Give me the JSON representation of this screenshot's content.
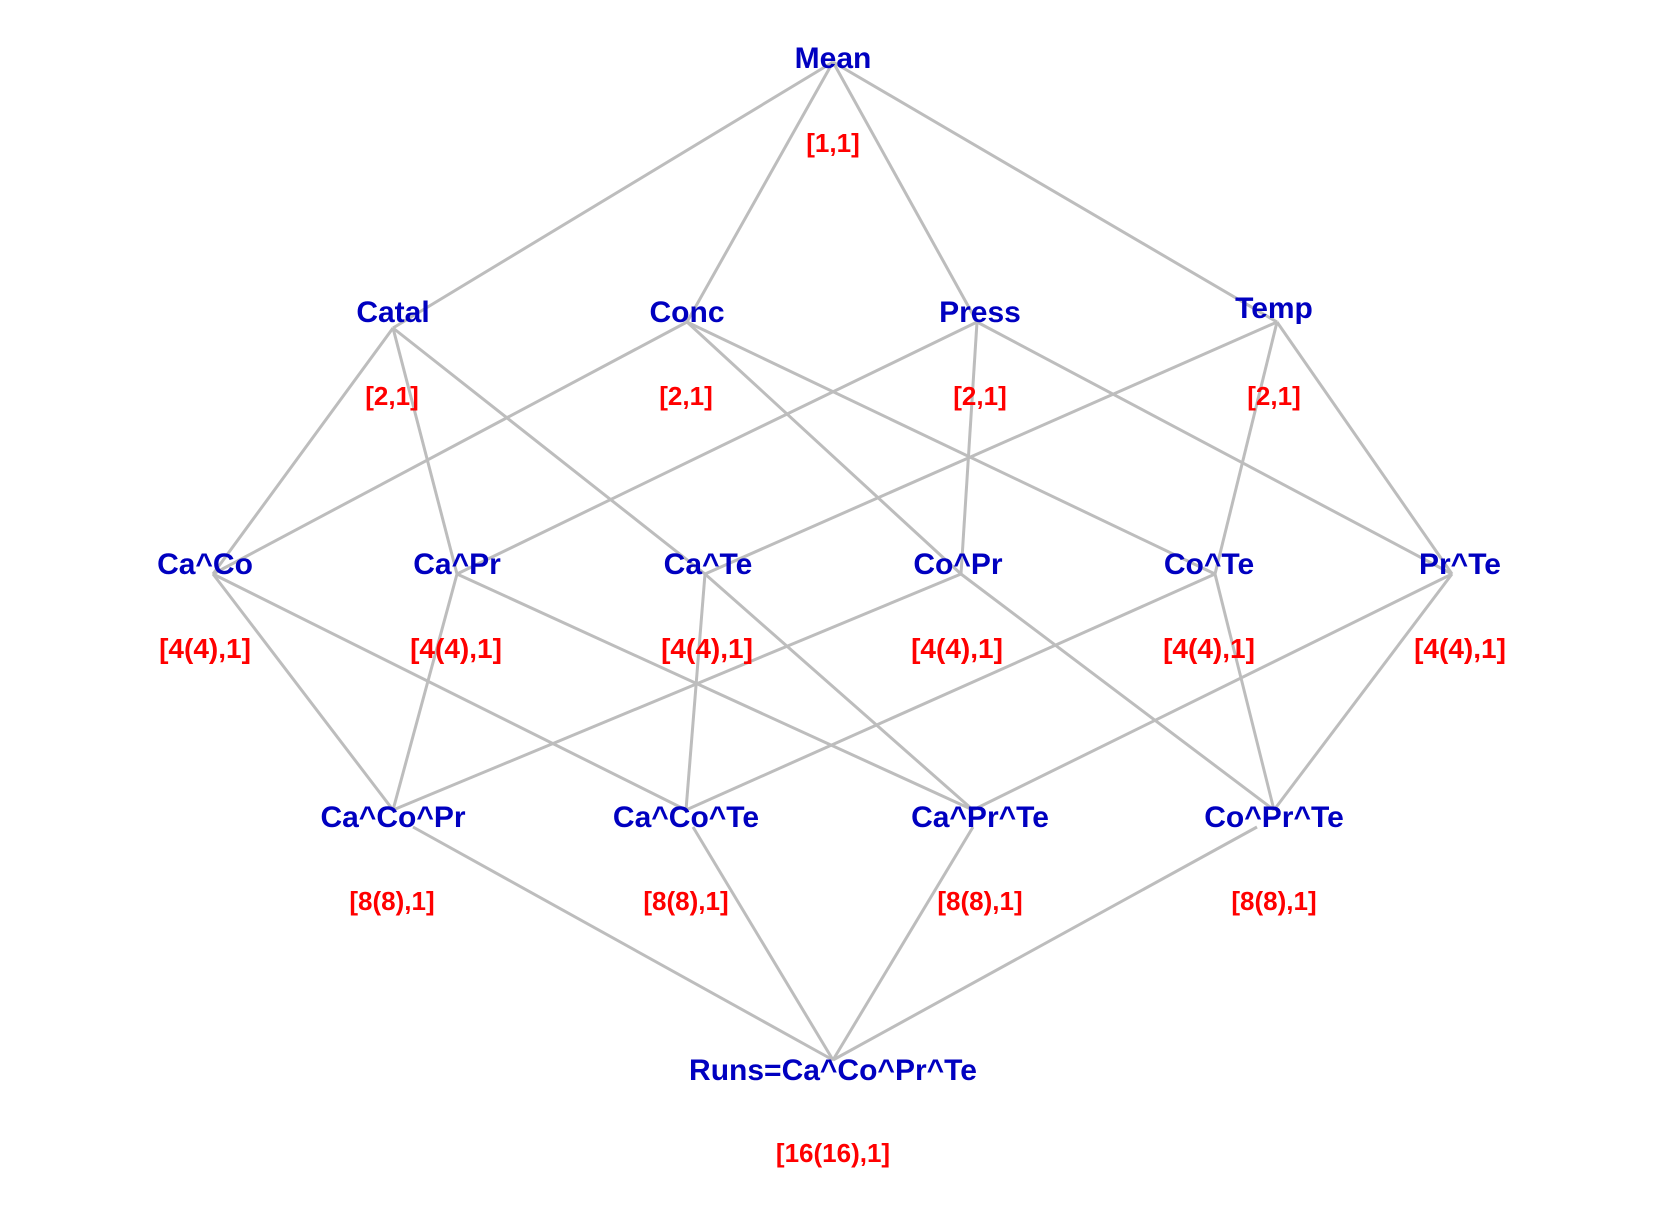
{
  "diagram": {
    "nodes": [
      {
        "id": "mean",
        "label": "Mean",
        "info": "[1,1]"
      },
      {
        "id": "catal",
        "label": "Catal",
        "info": "[2,1]"
      },
      {
        "id": "conc",
        "label": "Conc",
        "info": "[2,1]"
      },
      {
        "id": "press",
        "label": "Press",
        "info": "[2,1]"
      },
      {
        "id": "temp",
        "label": "Temp",
        "info": "[2,1]"
      },
      {
        "id": "ca-co",
        "label": "Ca^Co",
        "info": "[4(4),1]"
      },
      {
        "id": "ca-pr",
        "label": "Ca^Pr",
        "info": "[4(4),1]"
      },
      {
        "id": "ca-te",
        "label": "Ca^Te",
        "info": "[4(4),1]"
      },
      {
        "id": "co-pr",
        "label": "Co^Pr",
        "info": "[4(4),1]"
      },
      {
        "id": "co-te",
        "label": "Co^Te",
        "info": "[4(4),1]"
      },
      {
        "id": "pr-te",
        "label": "Pr^Te",
        "info": "[4(4),1]"
      },
      {
        "id": "ca-co-pr",
        "label": "Ca^Co^Pr",
        "info": "[8(8),1]"
      },
      {
        "id": "ca-co-te",
        "label": "Ca^Co^Te",
        "info": "[8(8),1]"
      },
      {
        "id": "ca-pr-te",
        "label": "Ca^Pr^Te",
        "info": "[8(8),1]"
      },
      {
        "id": "co-pr-te",
        "label": "Co^Pr^Te",
        "info": "[8(8),1]"
      },
      {
        "id": "runs",
        "label": "Runs=Ca^Co^Pr^Te",
        "info": "[16(16),1]"
      }
    ],
    "edges": [
      [
        "mean",
        "catal"
      ],
      [
        "mean",
        "conc"
      ],
      [
        "mean",
        "press"
      ],
      [
        "mean",
        "temp"
      ],
      [
        "catal",
        "ca-co"
      ],
      [
        "catal",
        "ca-pr"
      ],
      [
        "catal",
        "ca-te"
      ],
      [
        "conc",
        "ca-co"
      ],
      [
        "conc",
        "co-pr"
      ],
      [
        "conc",
        "co-te"
      ],
      [
        "press",
        "ca-pr"
      ],
      [
        "press",
        "co-pr"
      ],
      [
        "press",
        "pr-te"
      ],
      [
        "temp",
        "ca-te"
      ],
      [
        "temp",
        "co-te"
      ],
      [
        "temp",
        "pr-te"
      ],
      [
        "ca-co",
        "ca-co-pr"
      ],
      [
        "ca-co",
        "ca-co-te"
      ],
      [
        "ca-pr",
        "ca-co-pr"
      ],
      [
        "ca-pr",
        "ca-pr-te"
      ],
      [
        "ca-te",
        "ca-co-te"
      ],
      [
        "ca-te",
        "ca-pr-te"
      ],
      [
        "co-pr",
        "ca-co-pr"
      ],
      [
        "co-pr",
        "co-pr-te"
      ],
      [
        "co-te",
        "ca-co-te"
      ],
      [
        "co-te",
        "co-pr-te"
      ],
      [
        "pr-te",
        "ca-pr-te"
      ],
      [
        "pr-te",
        "co-pr-te"
      ],
      [
        "ca-co-pr",
        "runs"
      ],
      [
        "ca-co-te",
        "runs"
      ],
      [
        "ca-pr-te",
        "runs"
      ],
      [
        "co-pr-te",
        "runs"
      ]
    ],
    "colors": {
      "label": "#0000c0",
      "info": "#ff0000",
      "edge": "#bdbdbd"
    }
  }
}
